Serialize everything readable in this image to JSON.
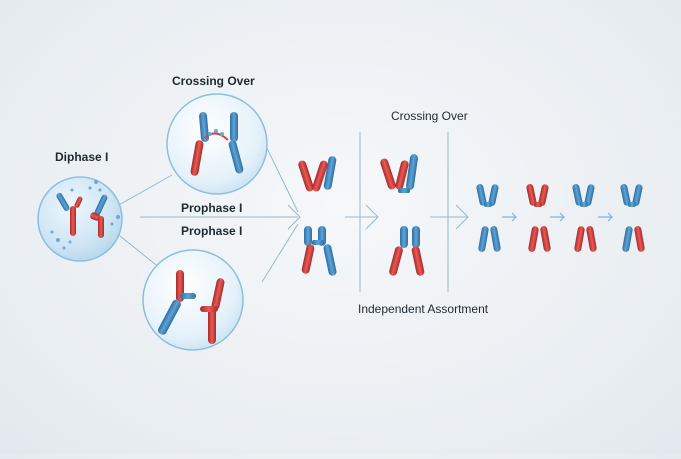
{
  "labels": {
    "diphase": "Diphase I",
    "crossing_over_top": "Crossing Over",
    "crossing_over_right": "Crossing Over",
    "prophase_1": "Prophase I",
    "prophase_2": "Prophase I",
    "independent_assortment": "Independent Assortment"
  },
  "colors": {
    "blue": "#4a90c8",
    "blue_dark": "#2f6fa3",
    "red": "#d9413f",
    "red_dark": "#a82a28",
    "line": "#9ab8cc",
    "cell_fill": "#cfe5f3",
    "cell_stroke": "#8cbfdf"
  }
}
